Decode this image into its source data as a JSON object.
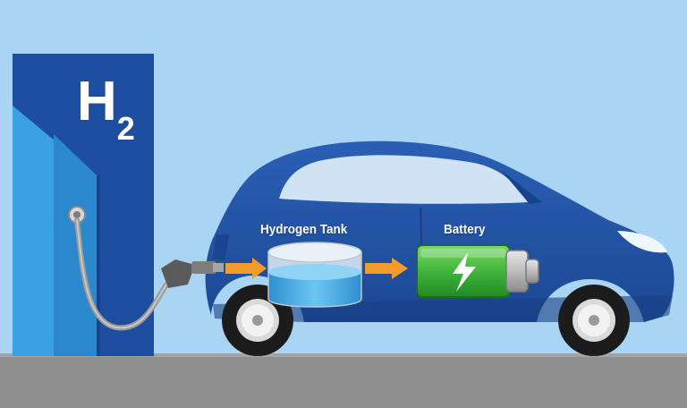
{
  "station": {
    "label_main": "H",
    "label_sub": "2"
  },
  "components": {
    "tank_label": "Hydrogen Tank",
    "battery_label": "Battery"
  },
  "colors": {
    "sky": "#a9d4f4",
    "station_dark": "#1d4ea0",
    "station_light": "#3aa0e0",
    "car_body": "#2356a8",
    "arrow": "#f29a2b",
    "battery_green": "#3fb63a",
    "tank_water": "#4fb2e8",
    "ground": "#8f8f8f"
  },
  "icons": {
    "bolt": "lightning-bolt-icon"
  }
}
